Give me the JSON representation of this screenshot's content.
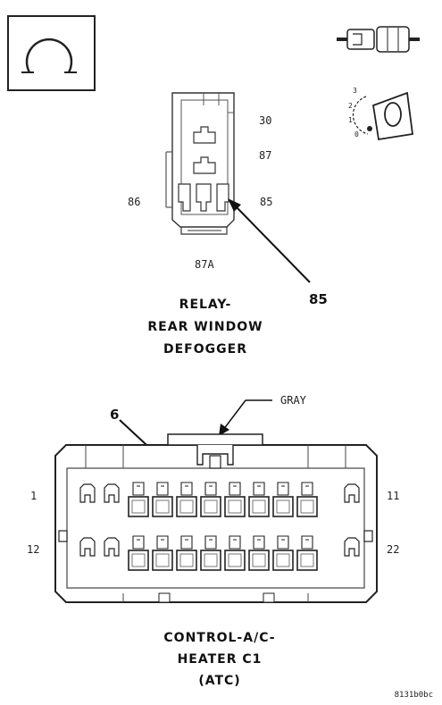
{
  "relay": {
    "pins": {
      "p30": "30",
      "p87": "87",
      "p86": "86",
      "p85": "85",
      "p87a": "87A"
    },
    "callout": "85",
    "caption": [
      "RELAY-",
      "REAR WINDOW",
      "DEFOGGER"
    ]
  },
  "connector": {
    "color_label": "GRAY",
    "callout": "6",
    "pins": {
      "top_left": "1",
      "top_right": "11",
      "bottom_left": "12",
      "bottom_right": "22"
    },
    "caption": [
      "CONTROL-A/C-",
      "HEATER C1",
      "(ATC)"
    ]
  },
  "ignition_icon": {
    "positions": [
      "3",
      "2",
      "1",
      "0"
    ]
  },
  "figure_id": "8131b0bc"
}
